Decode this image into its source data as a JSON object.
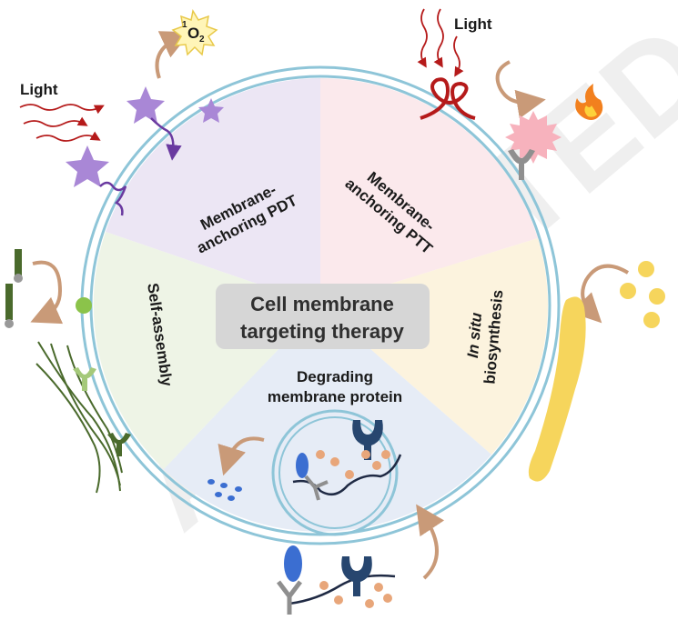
{
  "center": {
    "line1": "Cell membrane",
    "line2": "targeting therapy"
  },
  "sectors": {
    "pdt": {
      "line1": "Membrane-",
      "line2": "anchoring PDT",
      "color": "#ece6f4"
    },
    "ptt": {
      "line1": "Membrane-",
      "line2": "anchoring PTT",
      "color": "#fbe9ec"
    },
    "biosynthesis": {
      "line1_italic": "In situ",
      "line2": "biosynthesis",
      "color": "#fcf3de"
    },
    "degrading": {
      "line1": "Degrading",
      "line2": "membrane protein",
      "color": "#e6ecf6"
    },
    "self_assembly": {
      "line1": "Self-assembly",
      "color": "#eef4e6"
    }
  },
  "annotations": {
    "light_left": "Light",
    "light_right": "Light",
    "singlet_oxygen_sup": "1",
    "singlet_oxygen_main": "O",
    "singlet_oxygen_sub": "2"
  },
  "colors": {
    "membrane": "#8ec5d8",
    "arrow": "#c99a78",
    "light_rays": "#b51a1a",
    "photosensitizer": "#a987d6",
    "receptor_blue": "#27466f",
    "antibody_oval": "#3b6ed1",
    "yellow_particles": "#f6d55c",
    "green_fibers": "#4a6a2c"
  }
}
